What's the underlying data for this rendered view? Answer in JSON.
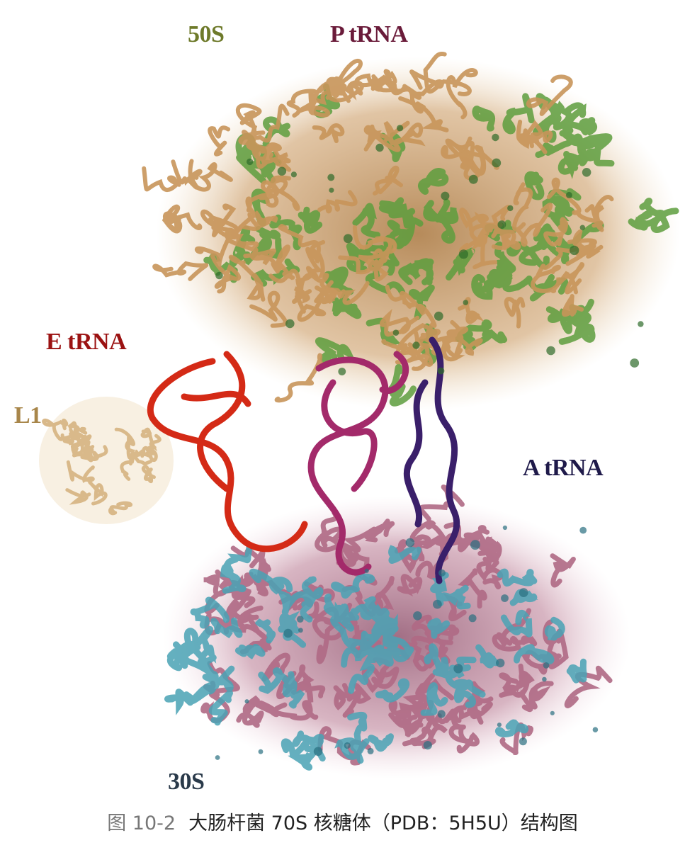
{
  "labels": {
    "s50": {
      "text": "50S",
      "color": "#6e7a2a"
    },
    "ptrna": {
      "text": "P tRNA",
      "color": "#6a1b3a"
    },
    "etrna": {
      "text": "E tRNA",
      "color": "#9b1212"
    },
    "l1": {
      "text": "L1",
      "color": "#a8864a"
    },
    "atrna": {
      "text": "A tRNA",
      "color": "#1f1a4a"
    },
    "s30": {
      "text": "30S",
      "color": "#2a3a4a"
    }
  },
  "caption": {
    "number": "图 10-2",
    "text": "大肠杆菌 70S 核糖体（PDB：5H5U）结构图"
  },
  "colors": {
    "rna_50s": "#c8955a",
    "protein_50s": "#5e9e3e",
    "rna_30s": "#b06a85",
    "protein_30s": "#4aa3b5",
    "e_trna": "#d42a16",
    "p_trna": "#a32a6a",
    "a_trna": "#3a1f6a",
    "l1": "#d9b98a"
  },
  "icons": {
    "structure": "ribbon-structure-illustration"
  }
}
